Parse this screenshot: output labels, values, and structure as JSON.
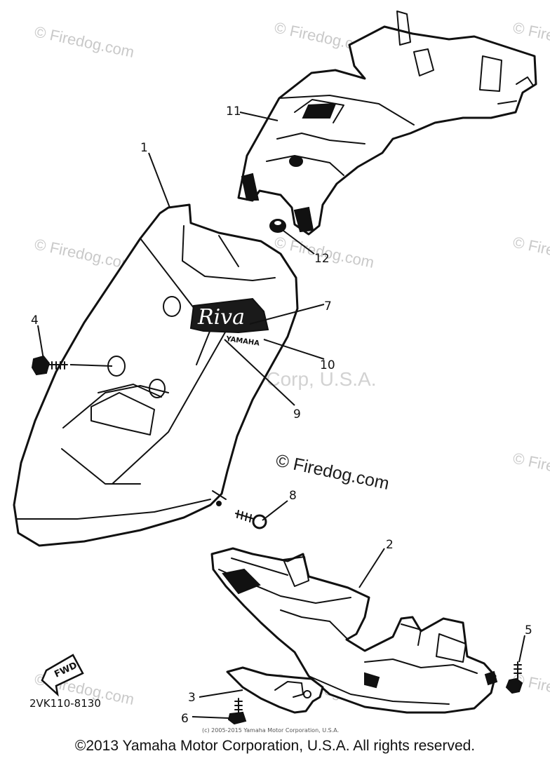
{
  "callouts": {
    "c1": "1",
    "c2": "2",
    "c3": "3",
    "c4": "4",
    "c5": "5",
    "c6": "6",
    "c7": "7",
    "c8": "8",
    "c9": "9",
    "c10": "10",
    "c11": "11",
    "c12": "12"
  },
  "watermarks": {
    "firedog": "© Firedog.com",
    "firedog_main": "© Firedog.com",
    "yamaha": "Yamaha Motor Corp, U.S.A."
  },
  "fwd_label": "FWD",
  "diagram_code": "2VK110-8130",
  "small_copyright": "(c) 2005-2015 Yamaha Motor Corporation, U.S.A.",
  "footer_copyright": "©2013 Yamaha Motor Corporation, U.S.A. All rights reserved.",
  "decal": {
    "script": "Riva",
    "brand": "YAMAHA"
  }
}
